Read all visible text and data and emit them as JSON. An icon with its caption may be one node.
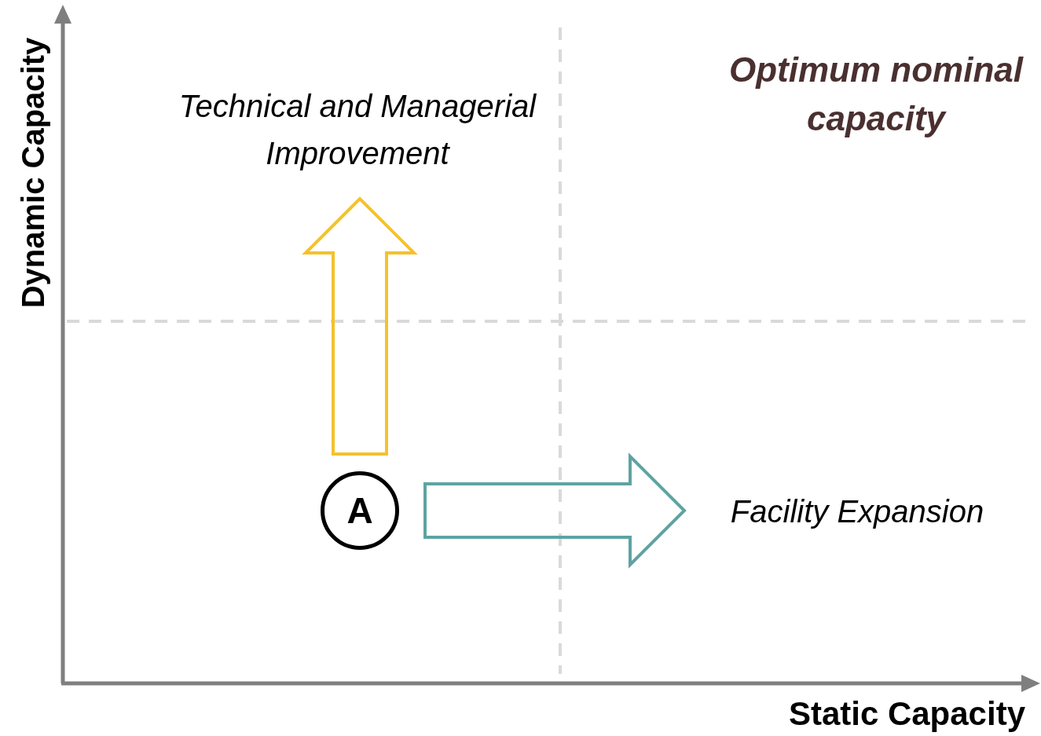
{
  "diagram": {
    "nodes": [
      {
        "text": [
          "A"
        ]
      },
      {
        "text": [
          "Technical and Managerial Improvement"
        ]
      },
      {
        "text": [
          "Facility Expansion"
        ]
      }
    ],
    "edges": [
      {
        "from": 0,
        "to": 1,
        "arrow": "to",
        "color": "#f4c22b"
      },
      {
        "from": 0,
        "to": 2,
        "arrow": "to",
        "color": "#5fa3a3"
      }
    ],
    "labels": [
      "Dynamic Capacity",
      "Optimum nominal capacity",
      "Static Capacity"
    ]
  }
}
